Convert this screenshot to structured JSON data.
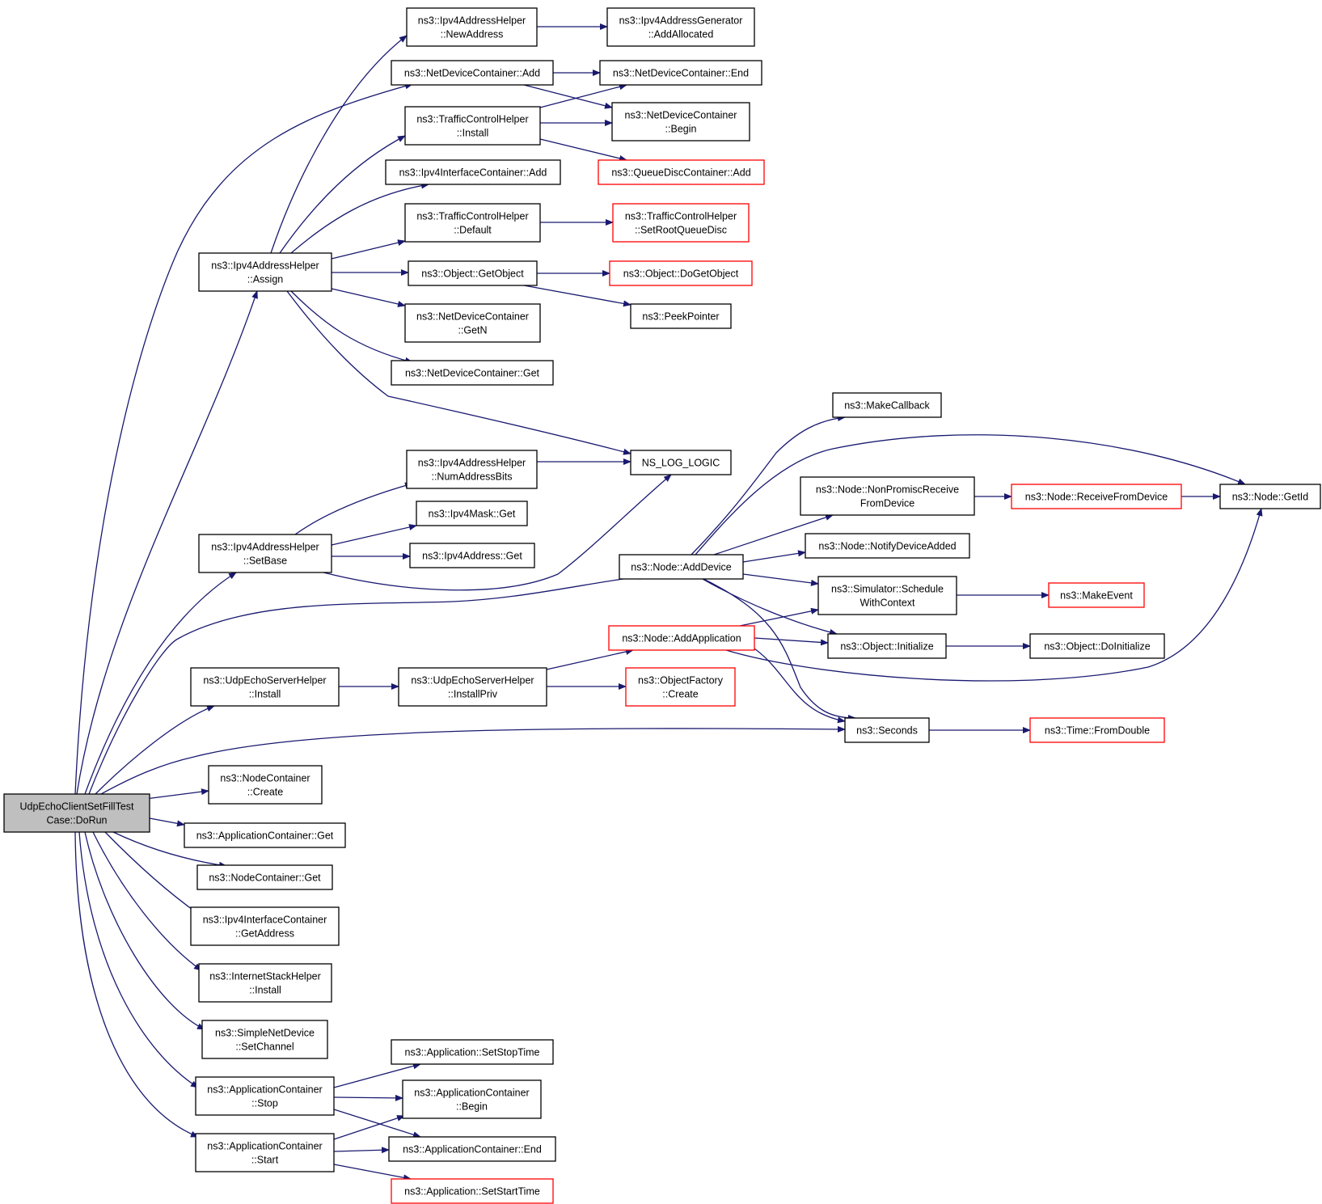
{
  "colors": {
    "edge": "#191970",
    "node_border": "#000000",
    "node_border_undocumented": "#ff0000",
    "node_fill": "#ffffff",
    "root_fill": "#bfbfbf"
  },
  "nodes": [
    {
      "id": "root",
      "lines": [
        "UdpEchoClientSetFillTest",
        "Case::DoRun"
      ],
      "style": "root"
    },
    {
      "id": "ip4_assign",
      "lines": [
        "ns3::Ipv4AddressHelper",
        "::Assign"
      ],
      "style": "normal"
    },
    {
      "id": "ip4_setbase",
      "lines": [
        "ns3::Ipv4AddressHelper",
        "::SetBase"
      ],
      "style": "normal"
    },
    {
      "id": "udpsrv_install",
      "lines": [
        "ns3::UdpEchoServerHelper",
        "::Install"
      ],
      "style": "normal"
    },
    {
      "id": "nodec_create",
      "lines": [
        "ns3::NodeContainer",
        "::Create"
      ],
      "style": "normal"
    },
    {
      "id": "appc_get",
      "lines": [
        "ns3::ApplicationContainer::Get"
      ],
      "style": "normal"
    },
    {
      "id": "nodec_get",
      "lines": [
        "ns3::NodeContainer::Get"
      ],
      "style": "normal"
    },
    {
      "id": "ip4ic_getaddr",
      "lines": [
        "ns3::Ipv4InterfaceContainer",
        "::GetAddress"
      ],
      "style": "normal"
    },
    {
      "id": "inet_install",
      "lines": [
        "ns3::InternetStackHelper",
        "::Install"
      ],
      "style": "normal"
    },
    {
      "id": "snd_setchannel",
      "lines": [
        "ns3::SimpleNetDevice",
        "::SetChannel"
      ],
      "style": "normal"
    },
    {
      "id": "appc_stop",
      "lines": [
        "ns3::ApplicationContainer",
        "::Stop"
      ],
      "style": "normal"
    },
    {
      "id": "appc_start",
      "lines": [
        "ns3::ApplicationContainer",
        "::Start"
      ],
      "style": "normal"
    },
    {
      "id": "ip4_newaddr",
      "lines": [
        "ns3::Ipv4AddressHelper",
        "::NewAddress"
      ],
      "style": "normal"
    },
    {
      "id": "ndc_add",
      "lines": [
        "ns3::NetDeviceContainer::Add"
      ],
      "style": "normal"
    },
    {
      "id": "tch_install",
      "lines": [
        "ns3::TrafficControlHelper",
        "::Install"
      ],
      "style": "normal"
    },
    {
      "id": "ip4ic_add",
      "lines": [
        "ns3::Ipv4InterfaceContainer::Add"
      ],
      "style": "normal"
    },
    {
      "id": "tch_default",
      "lines": [
        "ns3::TrafficControlHelper",
        "::Default"
      ],
      "style": "normal"
    },
    {
      "id": "obj_getobject",
      "lines": [
        "ns3::Object::GetObject"
      ],
      "style": "normal"
    },
    {
      "id": "ndc_getn",
      "lines": [
        "ns3::NetDeviceContainer",
        "::GetN"
      ],
      "style": "normal"
    },
    {
      "id": "ndc_get",
      "lines": [
        "ns3::NetDeviceContainer::Get"
      ],
      "style": "normal"
    },
    {
      "id": "ip4_numbits",
      "lines": [
        "ns3::Ipv4AddressHelper",
        "::NumAddressBits"
      ],
      "style": "normal"
    },
    {
      "id": "mask_get",
      "lines": [
        "ns3::Ipv4Mask::Get"
      ],
      "style": "normal"
    },
    {
      "id": "addr_get",
      "lines": [
        "ns3::Ipv4Address::Get"
      ],
      "style": "normal"
    },
    {
      "id": "udpsrv_installpriv",
      "lines": [
        "ns3::UdpEchoServerHelper",
        "::InstallPriv"
      ],
      "style": "normal"
    },
    {
      "id": "app_setstop",
      "lines": [
        "ns3::Application::SetStopTime"
      ],
      "style": "normal"
    },
    {
      "id": "appc_begin",
      "lines": [
        "ns3::ApplicationContainer",
        "::Begin"
      ],
      "style": "normal"
    },
    {
      "id": "appc_end",
      "lines": [
        "ns3::ApplicationContainer::End"
      ],
      "style": "normal"
    },
    {
      "id": "app_setstart",
      "lines": [
        "ns3::Application::SetStartTime"
      ],
      "style": "undocumented"
    },
    {
      "id": "ip4gen_addalloc",
      "lines": [
        "ns3::Ipv4AddressGenerator",
        "::AddAllocated"
      ],
      "style": "normal"
    },
    {
      "id": "ndc_end",
      "lines": [
        "ns3::NetDeviceContainer::End"
      ],
      "style": "normal"
    },
    {
      "id": "ndc_begin",
      "lines": [
        "ns3::NetDeviceContainer",
        "::Begin"
      ],
      "style": "normal"
    },
    {
      "id": "qdc_add",
      "lines": [
        "ns3::QueueDiscContainer::Add"
      ],
      "style": "undocumented"
    },
    {
      "id": "tch_setroot",
      "lines": [
        "ns3::TrafficControlHelper",
        "::SetRootQueueDisc"
      ],
      "style": "undocumented"
    },
    {
      "id": "obj_dogetobject",
      "lines": [
        "ns3::Object::DoGetObject"
      ],
      "style": "undocumented"
    },
    {
      "id": "peekpointer",
      "lines": [
        "ns3::PeekPointer"
      ],
      "style": "normal"
    },
    {
      "id": "ns_log_logic",
      "lines": [
        "NS_LOG_LOGIC"
      ],
      "style": "normal"
    },
    {
      "id": "node_adddevice",
      "lines": [
        "ns3::Node::AddDevice"
      ],
      "style": "normal"
    },
    {
      "id": "node_addapp",
      "lines": [
        "ns3::Node::AddApplication"
      ],
      "style": "undocumented"
    },
    {
      "id": "objfactory_create",
      "lines": [
        "ns3::ObjectFactory",
        "::Create"
      ],
      "style": "undocumented"
    },
    {
      "id": "seconds",
      "lines": [
        "ns3::Seconds"
      ],
      "style": "normal"
    },
    {
      "id": "makecallback",
      "lines": [
        "ns3::MakeCallback"
      ],
      "style": "normal"
    },
    {
      "id": "node_nonpromisc",
      "lines": [
        "ns3::Node::NonPromiscReceive",
        "FromDevice"
      ],
      "style": "normal"
    },
    {
      "id": "node_notifyadded",
      "lines": [
        "ns3::Node::NotifyDeviceAdded"
      ],
      "style": "normal"
    },
    {
      "id": "sim_schedule",
      "lines": [
        "ns3::Simulator::Schedule",
        "WithContext"
      ],
      "style": "normal"
    },
    {
      "id": "obj_initialize",
      "lines": [
        "ns3::Object::Initialize"
      ],
      "style": "normal"
    },
    {
      "id": "node_recvfrom",
      "lines": [
        "ns3::Node::ReceiveFromDevice"
      ],
      "style": "undocumented"
    },
    {
      "id": "makeevent",
      "lines": [
        "ns3::MakeEvent"
      ],
      "style": "undocumented"
    },
    {
      "id": "obj_doinit",
      "lines": [
        "ns3::Object::DoInitialize"
      ],
      "style": "normal"
    },
    {
      "id": "time_fromdouble",
      "lines": [
        "ns3::Time::FromDouble"
      ],
      "style": "undocumented"
    },
    {
      "id": "node_getid",
      "lines": [
        "ns3::Node::GetId"
      ],
      "style": "normal"
    }
  ],
  "edges": [
    [
      "root",
      "ip4_assign"
    ],
    [
      "root",
      "ndc_add"
    ],
    [
      "root",
      "ip4_setbase"
    ],
    [
      "root",
      "node_adddevice"
    ],
    [
      "root",
      "udpsrv_install"
    ],
    [
      "root",
      "seconds"
    ],
    [
      "root",
      "nodec_create"
    ],
    [
      "root",
      "appc_get"
    ],
    [
      "root",
      "nodec_get"
    ],
    [
      "root",
      "ip4ic_getaddr"
    ],
    [
      "root",
      "inet_install"
    ],
    [
      "root",
      "snd_setchannel"
    ],
    [
      "root",
      "appc_stop"
    ],
    [
      "root",
      "appc_start"
    ],
    [
      "ip4_assign",
      "ip4_newaddr"
    ],
    [
      "ip4_assign",
      "tch_install"
    ],
    [
      "ip4_assign",
      "ip4ic_add"
    ],
    [
      "ip4_assign",
      "tch_default"
    ],
    [
      "ip4_assign",
      "obj_getobject"
    ],
    [
      "ip4_assign",
      "ndc_getn"
    ],
    [
      "ip4_assign",
      "ndc_get"
    ],
    [
      "ip4_assign",
      "ns_log_logic"
    ],
    [
      "ip4_setbase",
      "ip4_numbits"
    ],
    [
      "ip4_setbase",
      "mask_get"
    ],
    [
      "ip4_setbase",
      "addr_get"
    ],
    [
      "ip4_setbase",
      "ns_log_logic"
    ],
    [
      "udpsrv_install",
      "udpsrv_installpriv"
    ],
    [
      "appc_stop",
      "app_setstop"
    ],
    [
      "appc_stop",
      "appc_begin"
    ],
    [
      "appc_stop",
      "appc_end"
    ],
    [
      "appc_start",
      "appc_begin"
    ],
    [
      "appc_start",
      "appc_end"
    ],
    [
      "appc_start",
      "app_setstart"
    ],
    [
      "ip4_newaddr",
      "ip4gen_addalloc"
    ],
    [
      "ndc_add",
      "ndc_end"
    ],
    [
      "ndc_add",
      "ndc_begin"
    ],
    [
      "tch_install",
      "ndc_end"
    ],
    [
      "tch_install",
      "ndc_begin"
    ],
    [
      "tch_install",
      "qdc_add"
    ],
    [
      "tch_default",
      "tch_setroot"
    ],
    [
      "obj_getobject",
      "obj_dogetobject"
    ],
    [
      "obj_getobject",
      "peekpointer"
    ],
    [
      "ip4_numbits",
      "ns_log_logic"
    ],
    [
      "udpsrv_installpriv",
      "node_addapp"
    ],
    [
      "udpsrv_installpriv",
      "objfactory_create"
    ],
    [
      "node_adddevice",
      "makecallback"
    ],
    [
      "node_adddevice",
      "node_getid"
    ],
    [
      "node_adddevice",
      "node_nonpromisc"
    ],
    [
      "node_adddevice",
      "node_notifyadded"
    ],
    [
      "node_adddevice",
      "sim_schedule"
    ],
    [
      "node_adddevice",
      "obj_initialize"
    ],
    [
      "node_adddevice",
      "seconds"
    ],
    [
      "node_addapp",
      "sim_schedule"
    ],
    [
      "node_addapp",
      "obj_initialize"
    ],
    [
      "node_addapp",
      "node_getid"
    ],
    [
      "node_addapp",
      "seconds"
    ],
    [
      "node_nonpromisc",
      "node_recvfrom"
    ],
    [
      "node_recvfrom",
      "node_getid"
    ],
    [
      "sim_schedule",
      "makeevent"
    ],
    [
      "obj_initialize",
      "obj_doinit"
    ],
    [
      "seconds",
      "time_fromdouble"
    ]
  ]
}
